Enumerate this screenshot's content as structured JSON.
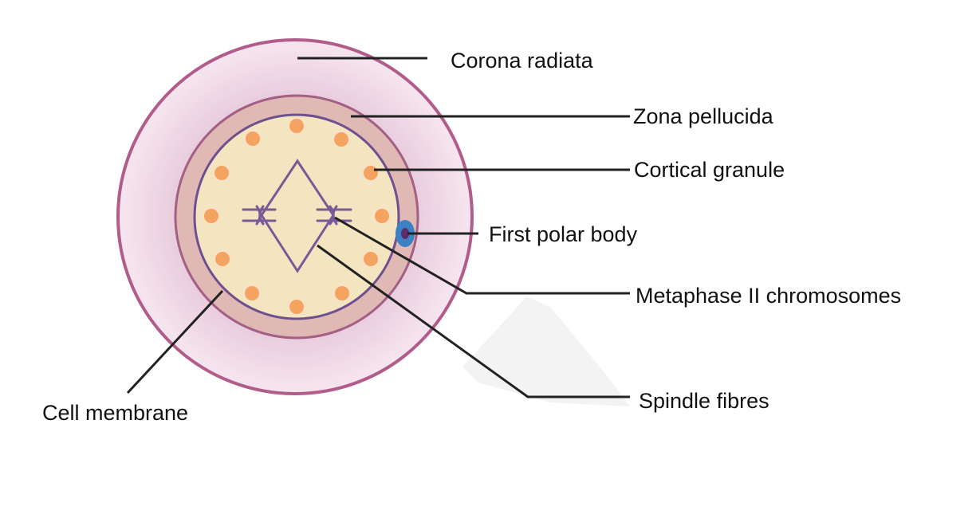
{
  "labels": {
    "corona_radiata": "Corona radiata",
    "zona_pellucida": "Zona pellucida",
    "cortical_granule": "Cortical granule",
    "first_polar_body": "First polar body",
    "metaphase_chromosomes": "Metaphase II chromosomes",
    "spindle_fibres": "Spindle fibres",
    "cell_membrane": "Cell membrane"
  },
  "colors": {
    "corona_fill": "#ecd2e0",
    "corona_edge": "#b15c8a",
    "zona_fill": "#e0b9b4",
    "zona_edge": "#a35f86",
    "cytoplasm_fill": "#f4e5c1",
    "membrane_edge": "#6e4f8f",
    "granule_fill": "#f4a460",
    "granule_edge": "#c97a3c",
    "polar_body_outer": "#3b82c4",
    "polar_body_inner": "#5a2c6b",
    "spindle": "#7a5a96",
    "leader_line": "#222222"
  }
}
